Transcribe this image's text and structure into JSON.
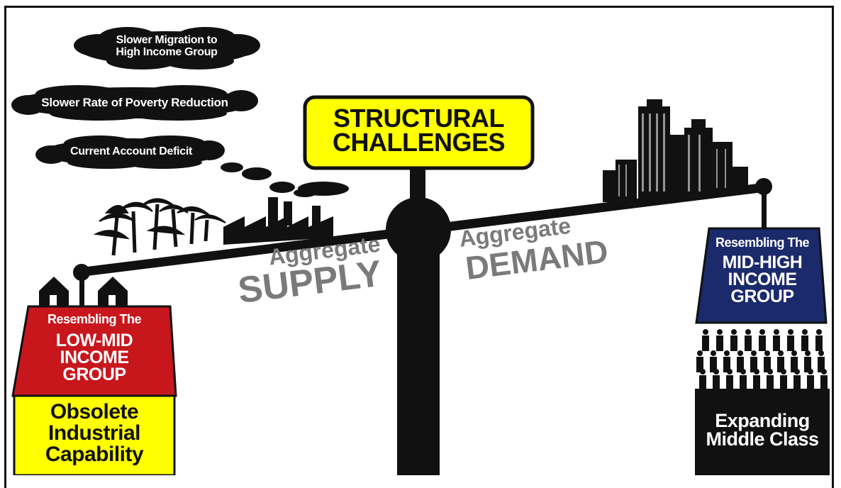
{
  "clouds": {
    "migration_line1": "Slower Migration to",
    "migration_line2": "High Income Group",
    "poverty": "Slower Rate of Poverty Reduction",
    "deficit": "Current Account Deficit"
  },
  "center": {
    "title_line1": "STRUCTURAL",
    "title_line2": "CHALLENGES"
  },
  "supply": {
    "line1": "Aggregate",
    "line2": "SUPPLY"
  },
  "demand": {
    "line1": "Aggregate",
    "line2": "DEMAND"
  },
  "left_pan": {
    "label": "Resembling The",
    "group_line1": "LOW-MID",
    "group_line2": "INCOME",
    "group_line3": "GROUP",
    "base_line1": "Obsolete",
    "base_line2": "Industrial",
    "base_line3": "Capability",
    "color": "#c8161d",
    "base_color": "#ffff00"
  },
  "right_pan": {
    "label": "Resembling The",
    "group_line1": "MID-HIGH",
    "group_line2": "INCOME",
    "group_line3": "GROUP",
    "base_line1": "Expanding",
    "base_line2": "Middle Class",
    "color": "#1b2a6b",
    "base_color": "#111111"
  },
  "colors": {
    "title_box": "#ffff00",
    "ink": "#111111",
    "gray_text": "#7a7a7a"
  }
}
